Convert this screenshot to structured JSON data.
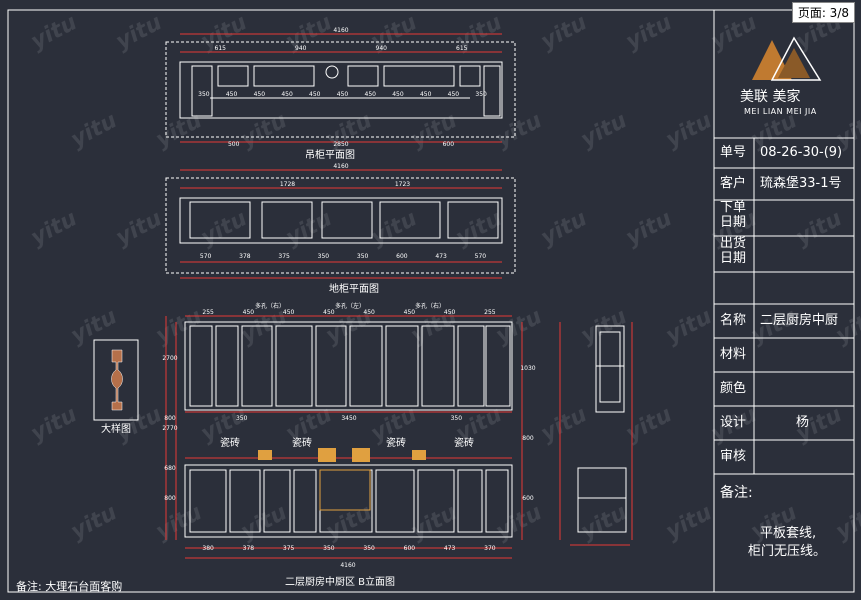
{
  "page_indicator": "页面: 3/8",
  "brand": {
    "name_cn": "美联 美家",
    "name_pinyin": "MEI LIAN MEI JIA"
  },
  "title_block": [
    {
      "label": "单号",
      "value": "08-26-30-(9)"
    },
    {
      "label": "客户",
      "value": "琉森堡33-1号"
    },
    {
      "label": "下单\n日期",
      "value": ""
    },
    {
      "label": "出货\n日期",
      "value": ""
    },
    {
      "label": "名称",
      "value": "二层厨房中厨"
    },
    {
      "label": "材料",
      "value": ""
    },
    {
      "label": "颜色",
      "value": ""
    },
    {
      "label": "设计",
      "value": "杨"
    },
    {
      "label": "审核",
      "value": ""
    }
  ],
  "notes_label": "备注:",
  "notes_text_1": "平板套线,",
  "notes_text_2": "柜门无压线。",
  "plans": {
    "upper_plan_title": "吊柜平面图",
    "base_plan_title": "地柜平面图",
    "elevation_title": "二层厨房中厨区 B立面图",
    "detail_title": "大样图"
  },
  "footer_note": "备注: 大理石台面客购",
  "dims_upper": {
    "total": "4160",
    "segments": [
      "615",
      "940",
      "940",
      "615"
    ],
    "inner": [
      "350",
      "450",
      "450",
      "450",
      "450",
      "450",
      "450",
      "450",
      "450",
      "450",
      "350"
    ],
    "bottom": [
      "500",
      "2850",
      "600"
    ]
  },
  "dims_base": {
    "total": "4160",
    "top": [
      "1728",
      "1723"
    ],
    "bottom": [
      "570",
      "378",
      "375",
      "350",
      "350",
      "600",
      "473",
      "570"
    ]
  },
  "dims_elev": {
    "top_labels": [
      "多孔（右）",
      "多孔（左）",
      "多孔（右）"
    ],
    "top": [
      "255",
      "450",
      "450",
      "450",
      "450",
      "450",
      "450",
      "255"
    ],
    "left": [
      "2770",
      "2700",
      "680",
      "800",
      "800"
    ],
    "right": [
      "1030",
      "800",
      "600"
    ],
    "mid": [
      "350",
      "3450",
      "350"
    ],
    "bottom": [
      "380",
      "378",
      "375",
      "350",
      "350",
      "600",
      "473",
      "370"
    ],
    "total": "4160",
    "tile": "瓷砖"
  },
  "watermark": "yitu",
  "colors": {
    "bg": "#2b2f3a",
    "line": "#ffffff",
    "red": "#e53935",
    "yellow": "#f5d020",
    "accent": "#e0a040"
  }
}
